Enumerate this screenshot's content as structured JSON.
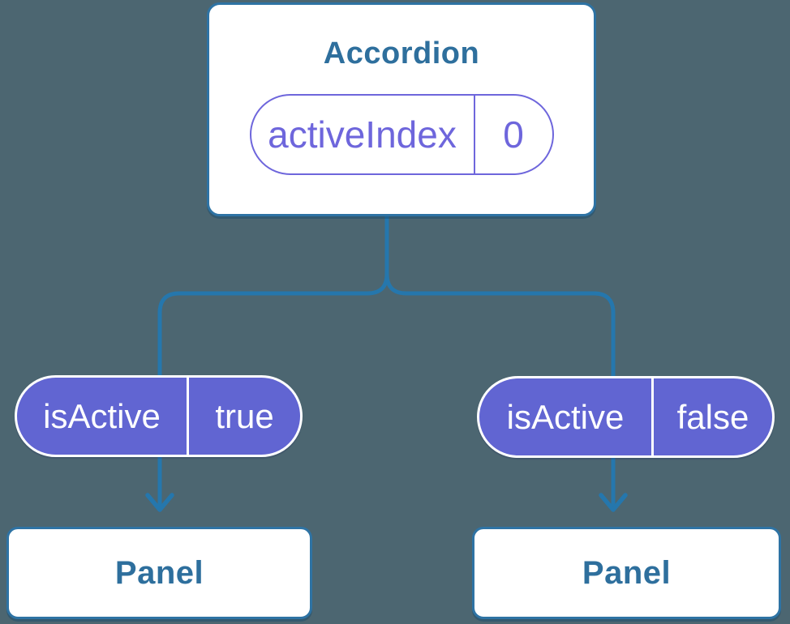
{
  "diagram": {
    "description": "Component tree: Accordion with state activeIndex passing isActive props to two Panels",
    "colors": {
      "background": "#4c6671",
      "connector": "#2577ad",
      "node_border": "#2e73a4",
      "node_text": "#2e6f9d",
      "node_fill": "#ffffff",
      "prop_pill_fill": "#6165d2",
      "prop_pill_border": "#ffffff",
      "prop_pill_text": "#ffffff",
      "state_pill_border": "#6e66dc",
      "state_pill_text": "#6e66dc"
    },
    "root": {
      "title": "Accordion",
      "state": {
        "name": "activeIndex",
        "value": "0"
      }
    },
    "children": [
      {
        "prop": {
          "name": "isActive",
          "value": "true"
        },
        "panel_label": "Panel"
      },
      {
        "prop": {
          "name": "isActive",
          "value": "false"
        },
        "panel_label": "Panel"
      }
    ],
    "icons": [
      "down-arrow-icon",
      "down-arrow-icon"
    ]
  }
}
